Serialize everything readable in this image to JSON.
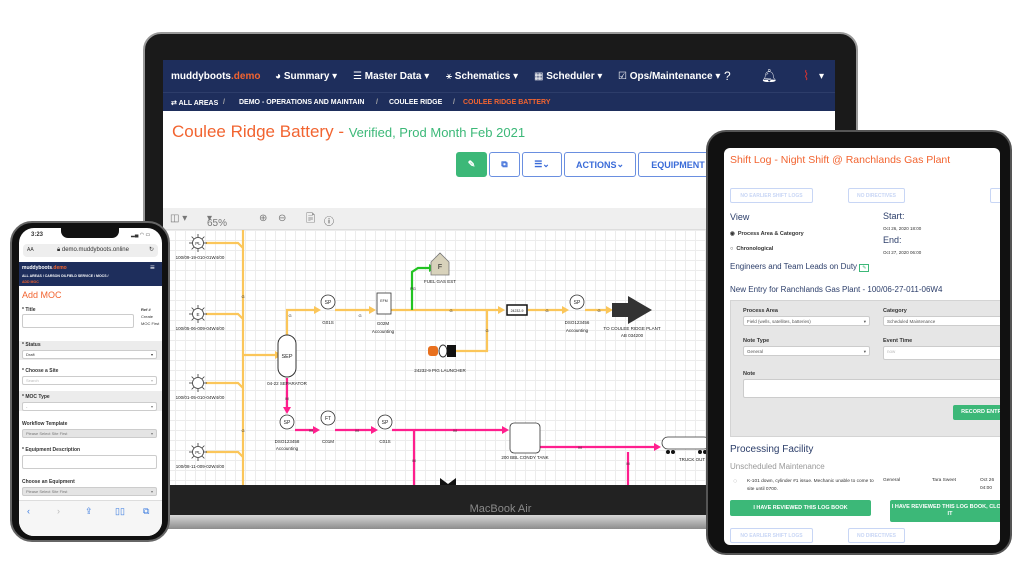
{
  "laptop": {
    "brand_label": "MacBook Air",
    "nav": {
      "logo_main": "muddyboots",
      "logo_suffix": ".demo",
      "items": [
        "Summary",
        "Master Data",
        "Schematics",
        "Scheduler",
        "Ops/Maintenance"
      ]
    },
    "breadcrumb": [
      "ALL AREAS",
      "DEMO - OPERATIONS AND MAINTAIN",
      "COULEE RIDGE",
      "COULEE RIDGE BATTERY"
    ],
    "title": "Coulee Ridge Battery -",
    "subtitle": "Verified, Prod Month Feb 2021",
    "buttons": {
      "actions": "ACTIONS",
      "equipment": "EQUIPMENT"
    },
    "toolbar": {
      "zoom": "65%"
    },
    "diagram": {
      "wells": [
        {
          "symbol": "PL",
          "label": "100/09-19-010-01W4/00"
        },
        {
          "symbol": "E",
          "label": "100/05-06-009-04W4/00"
        },
        {
          "symbol": "",
          "label": "100/01-05-010-04W4/00"
        },
        {
          "symbol": "PL",
          "label": "100/08-11-009-02W4/00"
        }
      ],
      "separator": {
        "symbol": "SEP",
        "label": "04-22 SEPARATOR"
      },
      "g01s": {
        "symbol": "SP",
        "label": "G01S"
      },
      "g02m": {
        "symbol": "EFM",
        "label": "G02M",
        "sub": "Accounting"
      },
      "fuel": {
        "symbol": "F",
        "label": "FUEL GAS EST"
      },
      "pig": {
        "label": "24232-9 PIG LAUNCHER"
      },
      "valve": {
        "label": "24232-9"
      },
      "dso456": {
        "symbol": "SP",
        "label": "DSO123456",
        "sub": "Accounting"
      },
      "plant": {
        "label": "TO COULEE RIDGE PLANT",
        "sub": "AB 034200"
      },
      "dso458": {
        "symbol": "SP",
        "label": "DSO123458",
        "sub": "Accounting"
      },
      "c01m": {
        "symbol": "FT",
        "label": "C01M"
      },
      "c01s": {
        "symbol": "SP",
        "label": "C01S"
      },
      "tank": {
        "label": "200 BBL CONDY TANK"
      },
      "truck": {
        "label": "TRUCK OUT"
      },
      "stream_labels": {
        "gas": "G",
        "fuel": "PG",
        "liquid": "M"
      },
      "colors": {
        "gas": "#fbc65a",
        "fuel": "#22c322",
        "liquid": "#ff1f8e"
      }
    }
  },
  "tablet": {
    "title": "Shift Log - Night Shift @ Ranchlands Gas Plant",
    "no_earlier": "NO EARLIER SHIFT LOGS",
    "no_directives": "NO DIRECTIVES",
    "view_label": "View",
    "view_options": [
      "Process Area & Category",
      "Chronological"
    ],
    "start_label": "Start:",
    "start_value": "Oct 26, 2020 18:00",
    "end_label": "End:",
    "end_value": "Oct 27, 2020 06:00",
    "engineers": "Engineers and Team Leads on Duty",
    "new_entry": "New Entry for Ranchlands Gas Plant - 100/06-27-011-06W4",
    "form": {
      "process_area_label": "Process Area",
      "process_area_value": "Field (wells, satellites, batteries)",
      "category_label": "Category",
      "category_value": "Scheduled Maintenance",
      "note_type_label": "Note Type",
      "note_type_value": "General",
      "event_time_label": "Event Time",
      "event_time_placeholder": "now",
      "note_label": "Note",
      "record_button": "RECORD ENTRY"
    },
    "section": "Processing Facility",
    "subsection": "Unscheduled Maintenance",
    "entry": {
      "text": "K-101 down, cylinder #1 issue. Mechanic unable to come to site until 0700.",
      "type": "General",
      "user": "Tara Sweet",
      "date": "Oct 26",
      "time": "04:00"
    },
    "review_button": "I HAVE REVIEWED THIS LOG BOOK",
    "review_close_button": "I HAVE REVIEWED THIS LOG BOOK, CLOSE IT"
  },
  "phone": {
    "time": "3:23",
    "url": "demo.muddyboots.online",
    "text_size": "AA",
    "logo_main": "muddyboots",
    "logo_suffix": ".demo",
    "breadcrumb": [
      "ALL AREAS",
      "CARSON OILFIELD SERVICE",
      "MOCS",
      "ADD MOC"
    ],
    "title": "Add MOC",
    "fields": {
      "title": "* Title",
      "ref_label": "Ref #",
      "ref_value": "Create MOC First",
      "status": "* Status",
      "status_value": "Draft",
      "site": "* Choose a Site",
      "site_placeholder": "Search",
      "moc_type": "* MOC Type",
      "moc_type_value": "-",
      "workflow": "Workflow Template",
      "workflow_value": "Please Select Site First",
      "equipment_desc": "* Equipment Description",
      "equipment": "Choose an Equipment",
      "equipment_value": "Please Select Site First"
    }
  },
  "colors": {
    "navy": "#1e2e5c",
    "orange": "#f26430",
    "green": "#3cb878",
    "blue": "#3a6bd8"
  }
}
